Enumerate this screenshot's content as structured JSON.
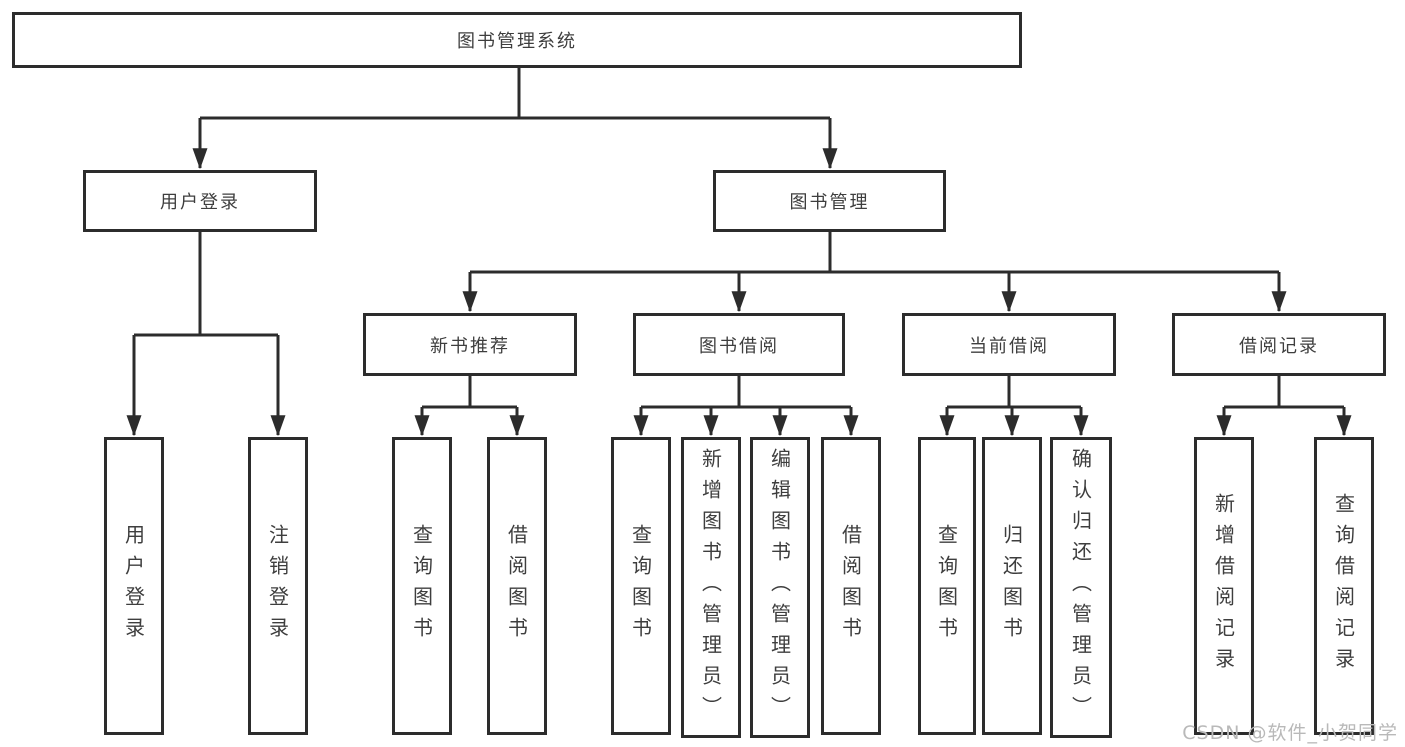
{
  "diagram": {
    "root": {
      "label": "图书管理系统"
    },
    "level2": [
      {
        "label": "用户登录"
      },
      {
        "label": "图书管理"
      }
    ],
    "level3": [
      {
        "label": "新书推荐"
      },
      {
        "label": "图书借阅"
      },
      {
        "label": "当前借阅"
      },
      {
        "label": "借阅记录"
      }
    ],
    "leaves": [
      {
        "label": "用户登录"
      },
      {
        "label": "注销登录"
      },
      {
        "label": "查询图书"
      },
      {
        "label": "借阅图书"
      },
      {
        "label": "查询图书"
      },
      {
        "label": "新增图书（管理员）"
      },
      {
        "label": "编辑图书（管理员）"
      },
      {
        "label": "借阅图书"
      },
      {
        "label": "查询图书"
      },
      {
        "label": "归还图书"
      },
      {
        "label": "确认归还（管理员）"
      },
      {
        "label": "新增借阅记录"
      },
      {
        "label": "查询借阅记录"
      }
    ]
  },
  "watermark": "CSDN @软件_小贺同学",
  "colors": {
    "line": "#2c2c2c",
    "box_border": "#2c2c2c",
    "text": "#3e3e3e",
    "watermark": "#b9b9b9",
    "background": "#ffffff"
  }
}
